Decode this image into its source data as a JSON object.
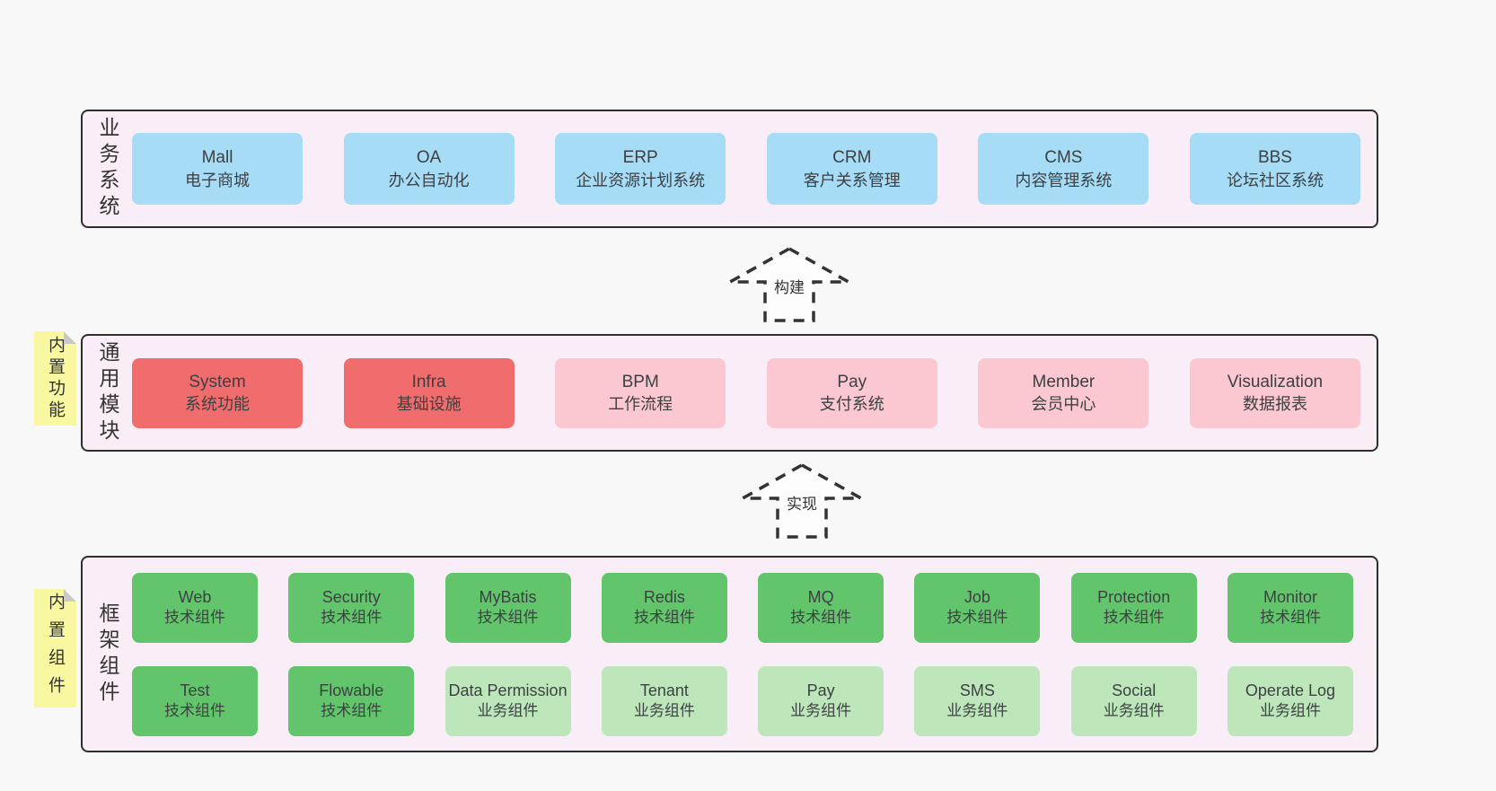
{
  "colors": {
    "page_bg": "#f8f8f8",
    "band_bg": "#f9edf8",
    "band_border": "#2d2d2d",
    "blue_box": "#a7dcf6",
    "red_box": "#f16c6c",
    "pink_box": "#fbc8d1",
    "green_box": "#62c56c",
    "light_green_box": "#bde7bb",
    "sticky_yellow": "#f9f8a0",
    "sticky_fold": "#c9c9c9",
    "text": "#3d4043"
  },
  "bands": {
    "business": {
      "label": "业务系统",
      "boxes": [
        {
          "name": "Mall",
          "desc": "电子商城"
        },
        {
          "name": "OA",
          "desc": "办公自动化"
        },
        {
          "name": "ERP",
          "desc": "企业资源计划系统"
        },
        {
          "name": "CRM",
          "desc": "客户关系管理"
        },
        {
          "name": "CMS",
          "desc": "内容管理系统"
        },
        {
          "name": "BBS",
          "desc": "论坛社区系统"
        }
      ]
    },
    "common": {
      "label": "通用模块",
      "sticky": "内置功能",
      "boxes": [
        {
          "name": "System",
          "desc": "系统功能"
        },
        {
          "name": "Infra",
          "desc": "基础设施"
        },
        {
          "name": "BPM",
          "desc": "工作流程"
        },
        {
          "name": "Pay",
          "desc": "支付系统"
        },
        {
          "name": "Member",
          "desc": "会员中心"
        },
        {
          "name": "Visualization",
          "desc": "数据报表"
        }
      ]
    },
    "framework": {
      "label": "框架组件",
      "sticky": "内置组件",
      "row1": [
        {
          "name": "Web",
          "desc": "技术组件"
        },
        {
          "name": "Security",
          "desc": "技术组件"
        },
        {
          "name": "MyBatis",
          "desc": "技术组件"
        },
        {
          "name": "Redis",
          "desc": "技术组件"
        },
        {
          "name": "MQ",
          "desc": "技术组件"
        },
        {
          "name": "Job",
          "desc": "技术组件"
        },
        {
          "name": "Protection",
          "desc": "技术组件"
        },
        {
          "name": "Monitor",
          "desc": "技术组件"
        }
      ],
      "row2": [
        {
          "name": "Test",
          "desc": "技术组件"
        },
        {
          "name": "Flowable",
          "desc": "技术组件"
        },
        {
          "name": "Data Permission",
          "desc": "业务组件"
        },
        {
          "name": "Tenant",
          "desc": "业务组件"
        },
        {
          "name": "Pay",
          "desc": "业务组件"
        },
        {
          "name": "SMS",
          "desc": "业务组件"
        },
        {
          "name": "Social",
          "desc": "业务组件"
        },
        {
          "name": "Operate Log",
          "desc": "业务组件"
        }
      ]
    }
  },
  "arrows": {
    "build": "构建",
    "implement": "实现"
  }
}
